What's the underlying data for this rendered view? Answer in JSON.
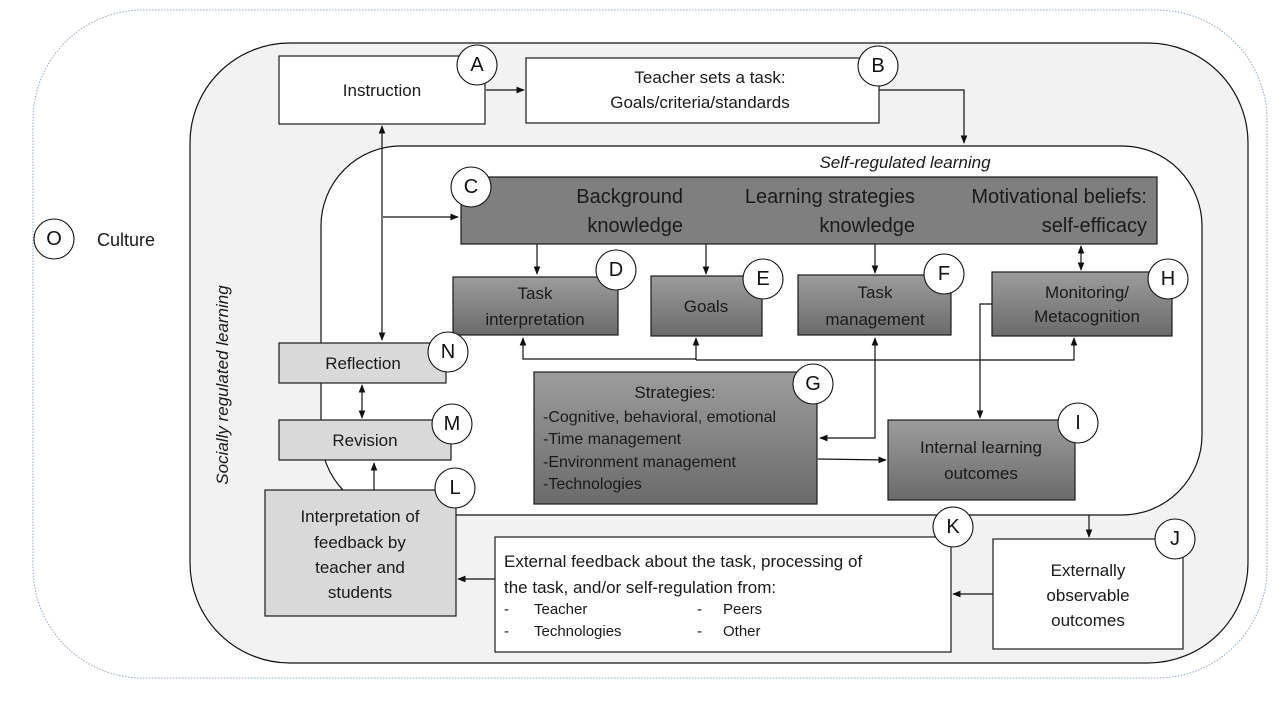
{
  "diagram": {
    "outer_label": "Culture",
    "outer_badge": "O",
    "socially_label": "Socially regulated learning",
    "srl_label": "Self-regulated learning",
    "nodes": {
      "A": {
        "badge": "A",
        "lines": [
          "Instruction"
        ]
      },
      "B": {
        "badge": "B",
        "lines": [
          "Teacher sets a task:",
          "Goals/criteria/standards"
        ]
      },
      "C": {
        "badge": "C",
        "cols": [
          [
            "Background",
            "knowledge"
          ],
          [
            "Learning strategies",
            "knowledge"
          ],
          [
            "Motivational beliefs:",
            "self-efficacy"
          ]
        ]
      },
      "D": {
        "badge": "D",
        "lines": [
          "Task",
          "interpretation"
        ]
      },
      "E": {
        "badge": "E",
        "lines": [
          "Goals"
        ]
      },
      "F": {
        "badge": "F",
        "lines": [
          "Task",
          "management"
        ]
      },
      "G": {
        "badge": "G",
        "title": "Strategies:",
        "items": [
          "-Cognitive, behavioral, emotional",
          "-Time management",
          "-Environment management",
          "-Technologies"
        ]
      },
      "H": {
        "badge": "H",
        "lines": [
          "Monitoring/",
          "Metacognition"
        ]
      },
      "I": {
        "badge": "I",
        "lines": [
          "Internal learning",
          "outcomes"
        ]
      },
      "J": {
        "badge": "J",
        "lines": [
          "Externally",
          "observable",
          "outcomes"
        ]
      },
      "K": {
        "badge": "K",
        "lines": [
          "External feedback about the task, processing of",
          "the task, and/or self-regulation from:"
        ],
        "sources": [
          [
            "Teacher",
            "Peers"
          ],
          [
            "Technologies",
            "Other"
          ]
        ]
      },
      "L": {
        "badge": "L",
        "lines": [
          "Interpretation of",
          "feedback by",
          "teacher and",
          "students"
        ]
      },
      "M": {
        "badge": "M",
        "lines": [
          "Revision"
        ]
      },
      "N": {
        "badge": "N",
        "lines": [
          "Reflection"
        ]
      }
    },
    "colors": {
      "dark_box_top": "#9a9a9a",
      "dark_box_bottom": "#6e6e6e",
      "light_box": "#d9d9d9",
      "social_bg": "#f2f2f2",
      "culture_border": "#8fa6c8"
    }
  }
}
